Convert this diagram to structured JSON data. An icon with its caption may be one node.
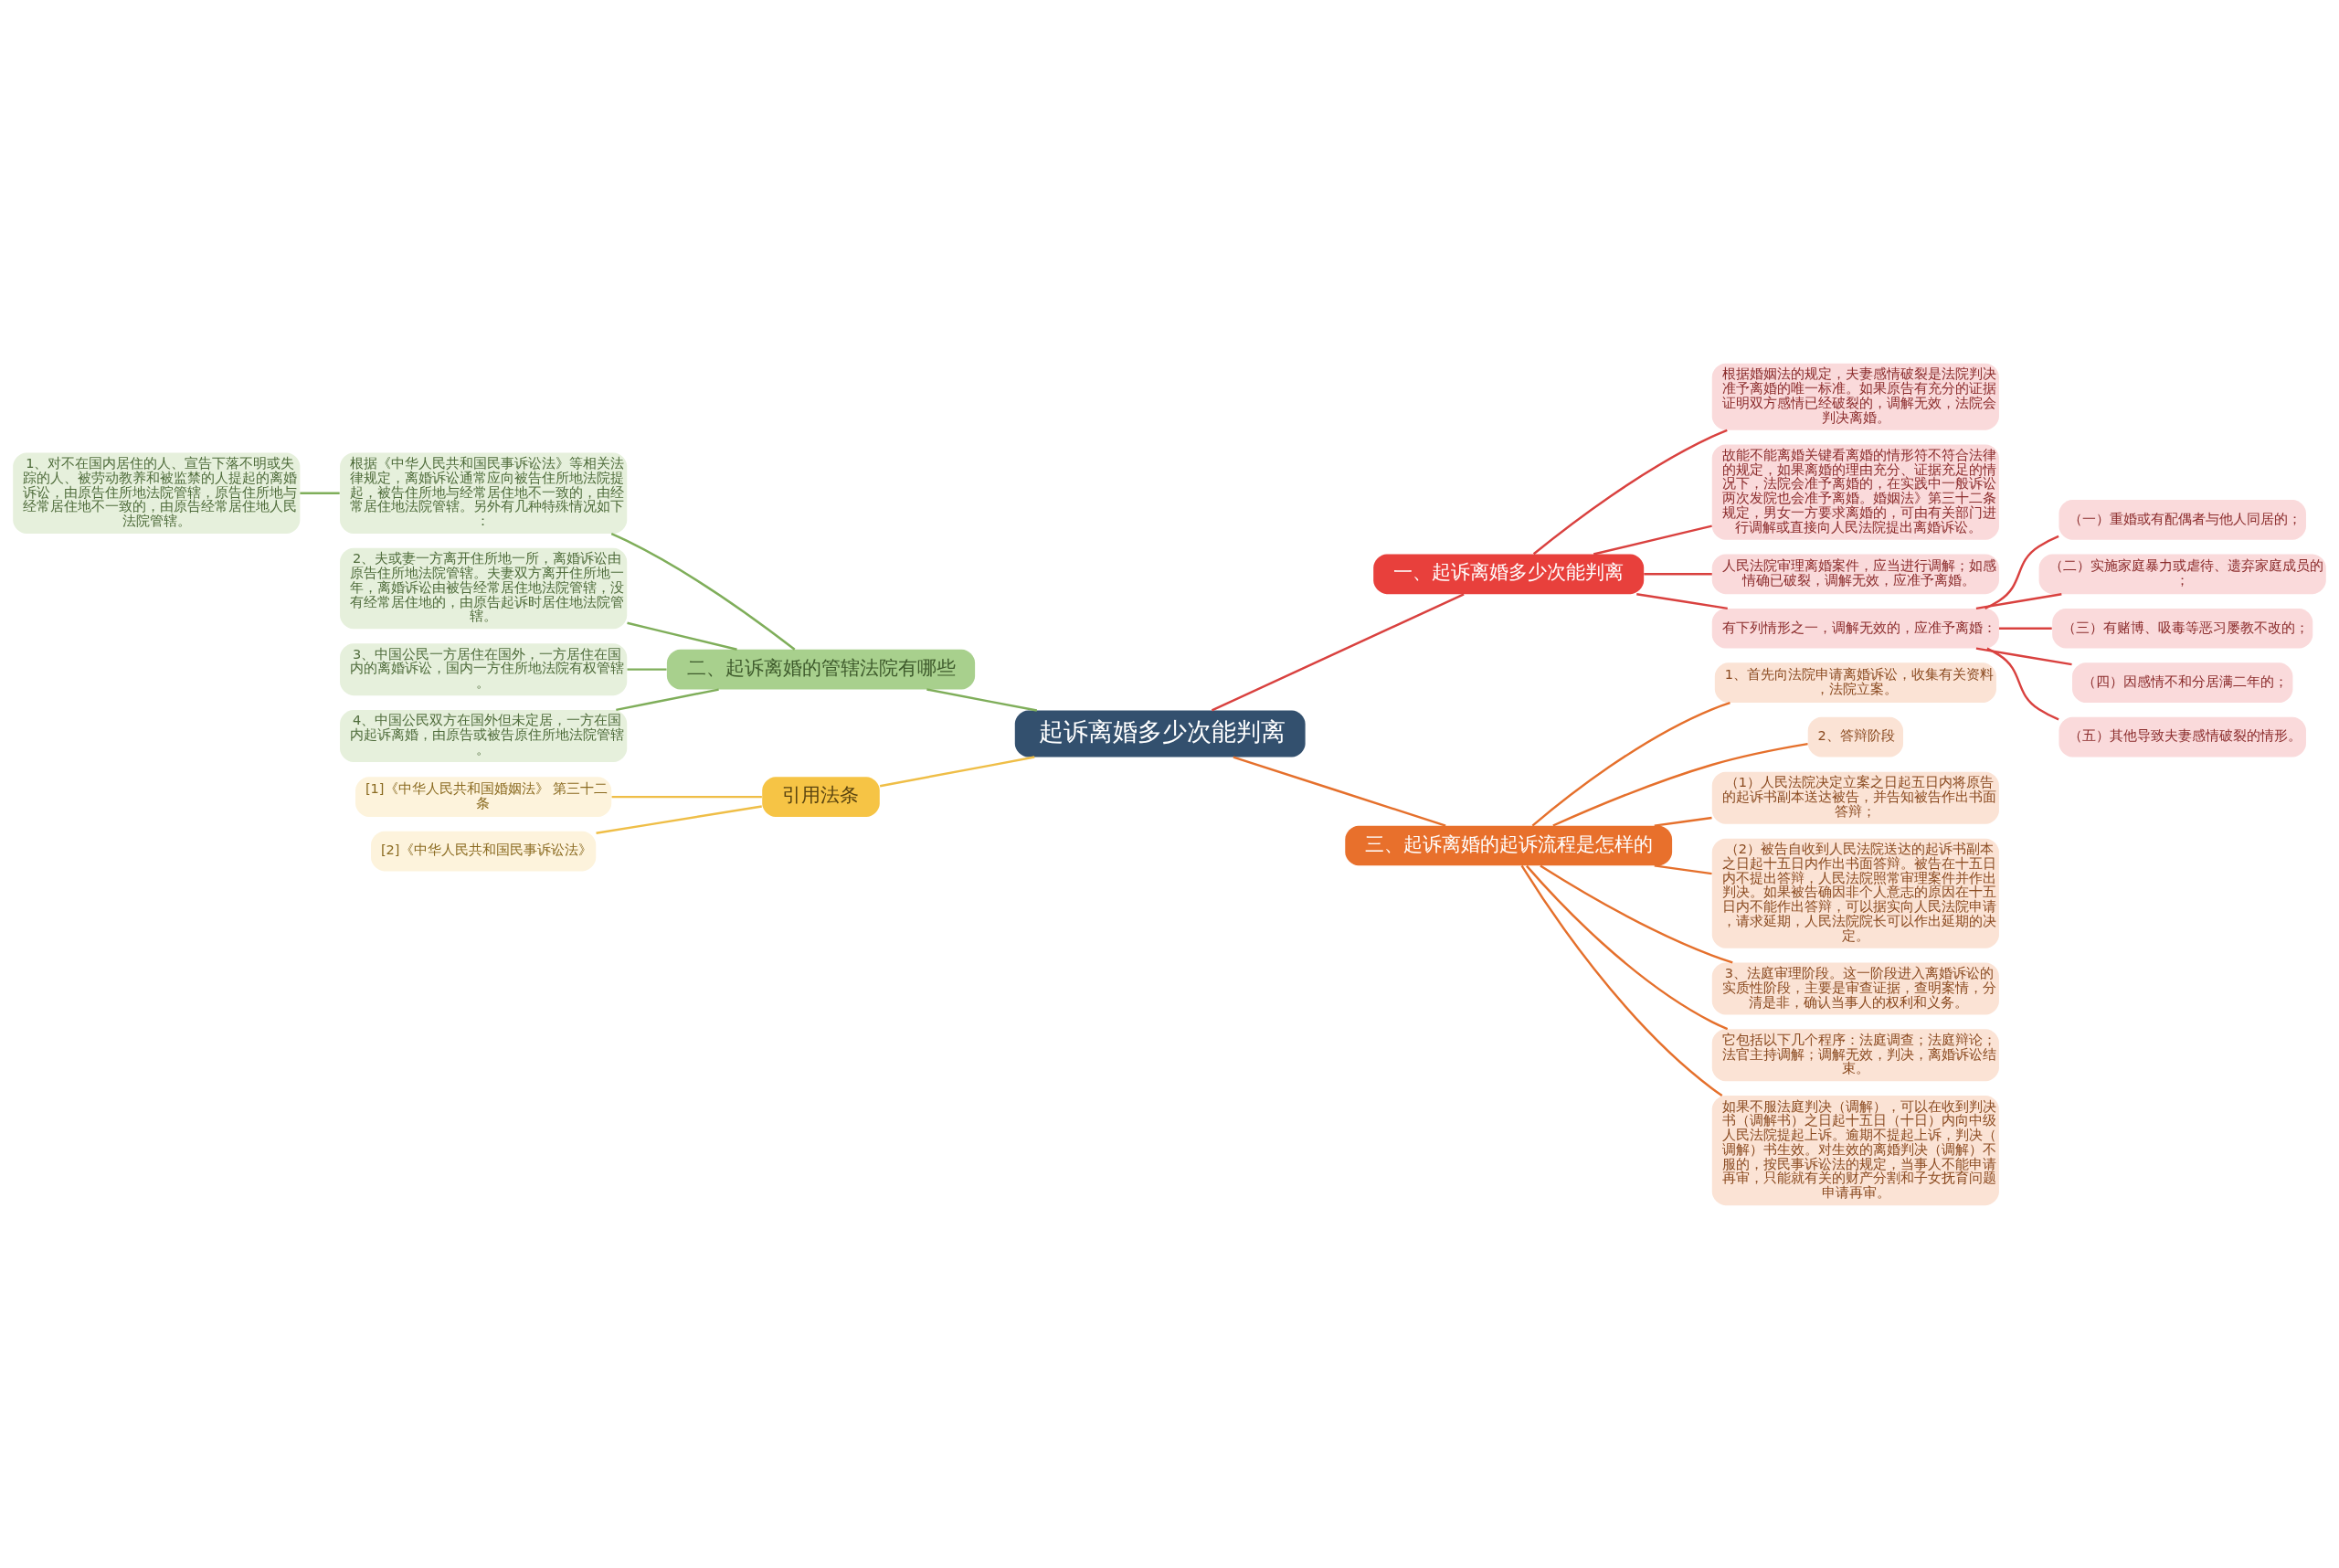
{
  "diagram": {
    "nodes": [
      {
        "text": [
          "起诉离婚多少次能判离"
        ]
      },
      {
        "text": [
          "一、起诉离婚多少次能判离"
        ]
      },
      {
        "text": [
          "根据婚姻法的规定，夫妻感情破裂是法院判决准予离婚的唯一标准。如果原告有充分的证据证明双方感情已经破裂的，调解无效，法院会判决离婚。"
        ]
      },
      {
        "text": [
          "故能不能离婚关键看离婚的情形符不符合法律的规定，如果离婚的理由充分、证据充足的情况下，法院会准予离婚的，在实践中一般诉讼两次发院也会准予离婚。婚姻法》第三十二条规定，男女一方要求离婚的，可由有关部门进行调解或直接向人民法院提出离婚诉讼。"
        ]
      },
      {
        "text": [
          "人民法院审理离婚案件，应当进行调解；如感情确已破裂，调解无效，应准予离婚。"
        ]
      },
      {
        "text": [
          "有下列情形之一，调解无效的，应准予离婚："
        ]
      },
      {
        "text": [
          "（一）重婚或有配偶者与他人同居的；"
        ]
      },
      {
        "text": [
          "（二）实施家庭暴力或虐待、遗弃家庭成员的；"
        ]
      },
      {
        "text": [
          "（三）有赌博、吸毒等恶习屡教不改的；"
        ]
      },
      {
        "text": [
          "（四）因感情不和分居满二年的；"
        ]
      },
      {
        "text": [
          "（五）其他导致夫妻感情破裂的情形。"
        ]
      },
      {
        "text": [
          "二、起诉离婚的管辖法院有哪些"
        ]
      },
      {
        "text": [
          "根据《中华人民共和国民事诉讼法》等相关法律规定，离婚诉讼通常应向被告住所地法院提起，被告住所地与经常居住地不一致的，由经常居住地法院管辖。另外有几种特殊情况如下："
        ]
      },
      {
        "text": [
          "1、对不在国内居住的人、宣告下落不明或失踪的人、被劳动教养和被监禁的人提起的离婚诉讼，由原告住所地法院管辖，原告住所地与经常居住地不一致的，由原告经常居住地人民法院管辖。"
        ]
      },
      {
        "text": [
          "2、夫或妻一方离开住所地一所，离婚诉讼由原告住所地法院管辖。夫妻双方离开住所地一年，离婚诉讼由被告经常居住地法院管辖，没有经常居住地的，由原告起诉时居住地法院管辖。"
        ]
      },
      {
        "text": [
          "3、中国公民一方居住在国外，一方居住在国内的离婚诉讼，国内一方住所地法院有权管辖。"
        ]
      },
      {
        "text": [
          "4、中国公民双方在国外但未定居，一方在国内起诉离婚，由原告或被告原住所地法院管辖。"
        ]
      },
      {
        "text": [
          "引用法条"
        ]
      },
      {
        "text": [
          "[1]《中华人民共和国婚姻法》 第三十二条"
        ]
      },
      {
        "text": [
          "[2]《中华人民共和国民事诉讼法》"
        ]
      },
      {
        "text": [
          "三、起诉离婚的起诉流程是怎样的"
        ]
      },
      {
        "text": [
          "1、首先向法院申请离婚诉讼，收集有关资料，法院立案。"
        ]
      },
      {
        "text": [
          "2、答辩阶段"
        ]
      },
      {
        "text": [
          "（1）人民法院决定立案之日起五日内将原告的起诉书副本送达被告，并告知被告作出书面答辩；"
        ]
      },
      {
        "text": [
          "（2）被告自收到人民法院送达的起诉书副本之日起十五日内作出书面答辩。被告在十五日内不提出答辩，人民法院照常审理案件并作出判决。如果被告确因非个人意志的原因在十五日内不能作出答辩，可以据实向人民法院申请，请求延期，人民法院院长可以作出延期的决定。"
        ]
      },
      {
        "text": [
          "3、法庭审理阶段。这一阶段进入离婚诉讼的实质性阶段，主要是审查证据，查明案情，分清是非，确认当事人的权利和义务。"
        ]
      },
      {
        "text": [
          "它包括以下几个程序：法庭调查；法庭辩论；法官主持调解；调解无效，判决，离婚诉讼结束。"
        ]
      },
      {
        "text": [
          "如果不服法庭判决（调解），可以在收到判决书（调解书）之日起十五日（十日）内向中级人民法院提起上诉。逾期不提起上诉，判决（调解）书生效。对生效的离婚判决（调解）不服的，按民事诉讼法的规定，当事人不能申请再审，只能就有关的财产分割和子女抚育问题申请再审。"
        ]
      }
    ],
    "edges": [
      {
        "from": 0,
        "to": 1,
        "arrow": "none",
        "color": "#d9413f"
      },
      {
        "from": 1,
        "to": 2,
        "arrow": "none",
        "color": "#d9413f"
      },
      {
        "from": 1,
        "to": 3,
        "arrow": "none",
        "color": "#d9413f"
      },
      {
        "from": 1,
        "to": 4,
        "arrow": "none",
        "color": "#d9413f"
      },
      {
        "from": 1,
        "to": 5,
        "arrow": "none",
        "color": "#d9413f"
      },
      {
        "from": 5,
        "to": 6,
        "arrow": "none",
        "color": "#d9413f"
      },
      {
        "from": 5,
        "to": 7,
        "arrow": "none",
        "color": "#d9413f"
      },
      {
        "from": 5,
        "to": 8,
        "arrow": "none",
        "color": "#d9413f"
      },
      {
        "from": 5,
        "to": 9,
        "arrow": "none",
        "color": "#d9413f"
      },
      {
        "from": 5,
        "to": 10,
        "arrow": "none",
        "color": "#d9413f"
      },
      {
        "from": 0,
        "to": 11,
        "arrow": "none",
        "color": "#7fae5a"
      },
      {
        "from": 11,
        "to": 12,
        "arrow": "none",
        "color": "#7fae5a"
      },
      {
        "from": 12,
        "to": 13,
        "arrow": "none",
        "color": "#7fae5a"
      },
      {
        "from": 11,
        "to": 14,
        "arrow": "none",
        "color": "#7fae5a"
      },
      {
        "from": 11,
        "to": 15,
        "arrow": "none",
        "color": "#7fae5a"
      },
      {
        "from": 11,
        "to": 16,
        "arrow": "none",
        "color": "#7fae5a"
      },
      {
        "from": 0,
        "to": 17,
        "arrow": "none",
        "color": "#efbe47"
      },
      {
        "from": 17,
        "to": 18,
        "arrow": "none",
        "color": "#efbe47"
      },
      {
        "from": 17,
        "to": 19,
        "arrow": "none",
        "color": "#efbe47"
      },
      {
        "from": 0,
        "to": 20,
        "arrow": "none",
        "color": "#e5702c"
      },
      {
        "from": 20,
        "to": 21,
        "arrow": "none",
        "color": "#e5702c"
      },
      {
        "from": 20,
        "to": 22,
        "arrow": "none",
        "color": "#e5702c"
      },
      {
        "from": 20,
        "to": 23,
        "arrow": "none",
        "color": "#e5702c"
      },
      {
        "from": 20,
        "to": 24,
        "arrow": "none",
        "color": "#e5702c"
      },
      {
        "from": 20,
        "to": 25,
        "arrow": "none",
        "color": "#e5702c"
      },
      {
        "from": 20,
        "to": 26,
        "arrow": "none",
        "color": "#e5702c"
      },
      {
        "from": 20,
        "to": 27,
        "arrow": "none",
        "color": "#e5702c"
      }
    ]
  }
}
